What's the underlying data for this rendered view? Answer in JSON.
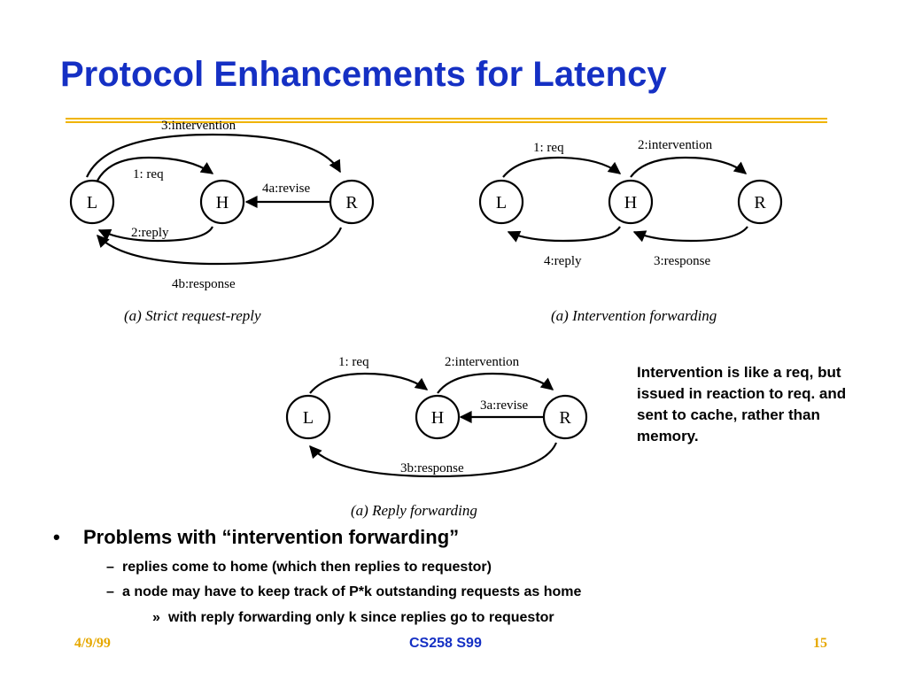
{
  "slide": {
    "title": "Protocol Enhancements for Latency",
    "note": "Intervention is like a req, but issued in reaction to req. and sent to cache, rather than memory.",
    "footer": {
      "date": "4/9/99",
      "course": "CS258 S99",
      "page": "15"
    }
  },
  "diagrams": {
    "a": {
      "nodes": [
        "L",
        "H",
        "R"
      ],
      "edges": [
        "3:intervention",
        "1: req",
        "4a:revise",
        "2:reply",
        "4b:response"
      ],
      "caption": "(a) Strict request-reply"
    },
    "b": {
      "nodes": [
        "L",
        "H",
        "R"
      ],
      "edges": [
        "1: req",
        "2:intervention",
        "4:reply",
        "3:response"
      ],
      "caption": "(a) Intervention forwarding"
    },
    "c": {
      "nodes": [
        "L",
        "H",
        "R"
      ],
      "edges": [
        "1: req",
        "2:intervention",
        "3a:revise",
        "3b:response"
      ],
      "caption": "(a) Reply forwarding"
    }
  },
  "bullets": {
    "main": {
      "mark": "•",
      "text": "Problems with “intervention forwarding”"
    },
    "sub": [
      {
        "mark": "–",
        "text": "replies come to home (which then replies to requestor)"
      },
      {
        "mark": "–",
        "text": "a node may have to keep track of P*k outstanding requests as home"
      }
    ],
    "subsub": {
      "mark": "»",
      "text": "with reply forwarding only k since replies go to requestor"
    }
  }
}
